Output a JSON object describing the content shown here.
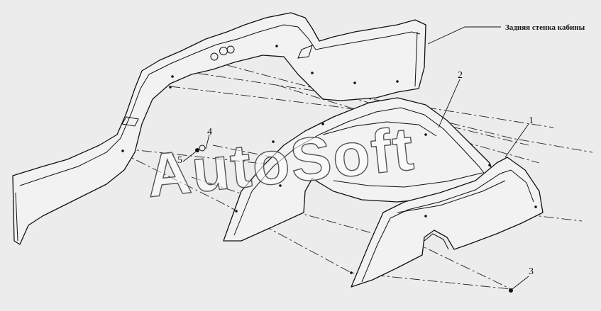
{
  "diagram": {
    "watermark": "AutoSoft",
    "part_label": "Задняя стенка кабины",
    "callouts": [
      "1",
      "2",
      "3",
      "4",
      "5"
    ]
  }
}
